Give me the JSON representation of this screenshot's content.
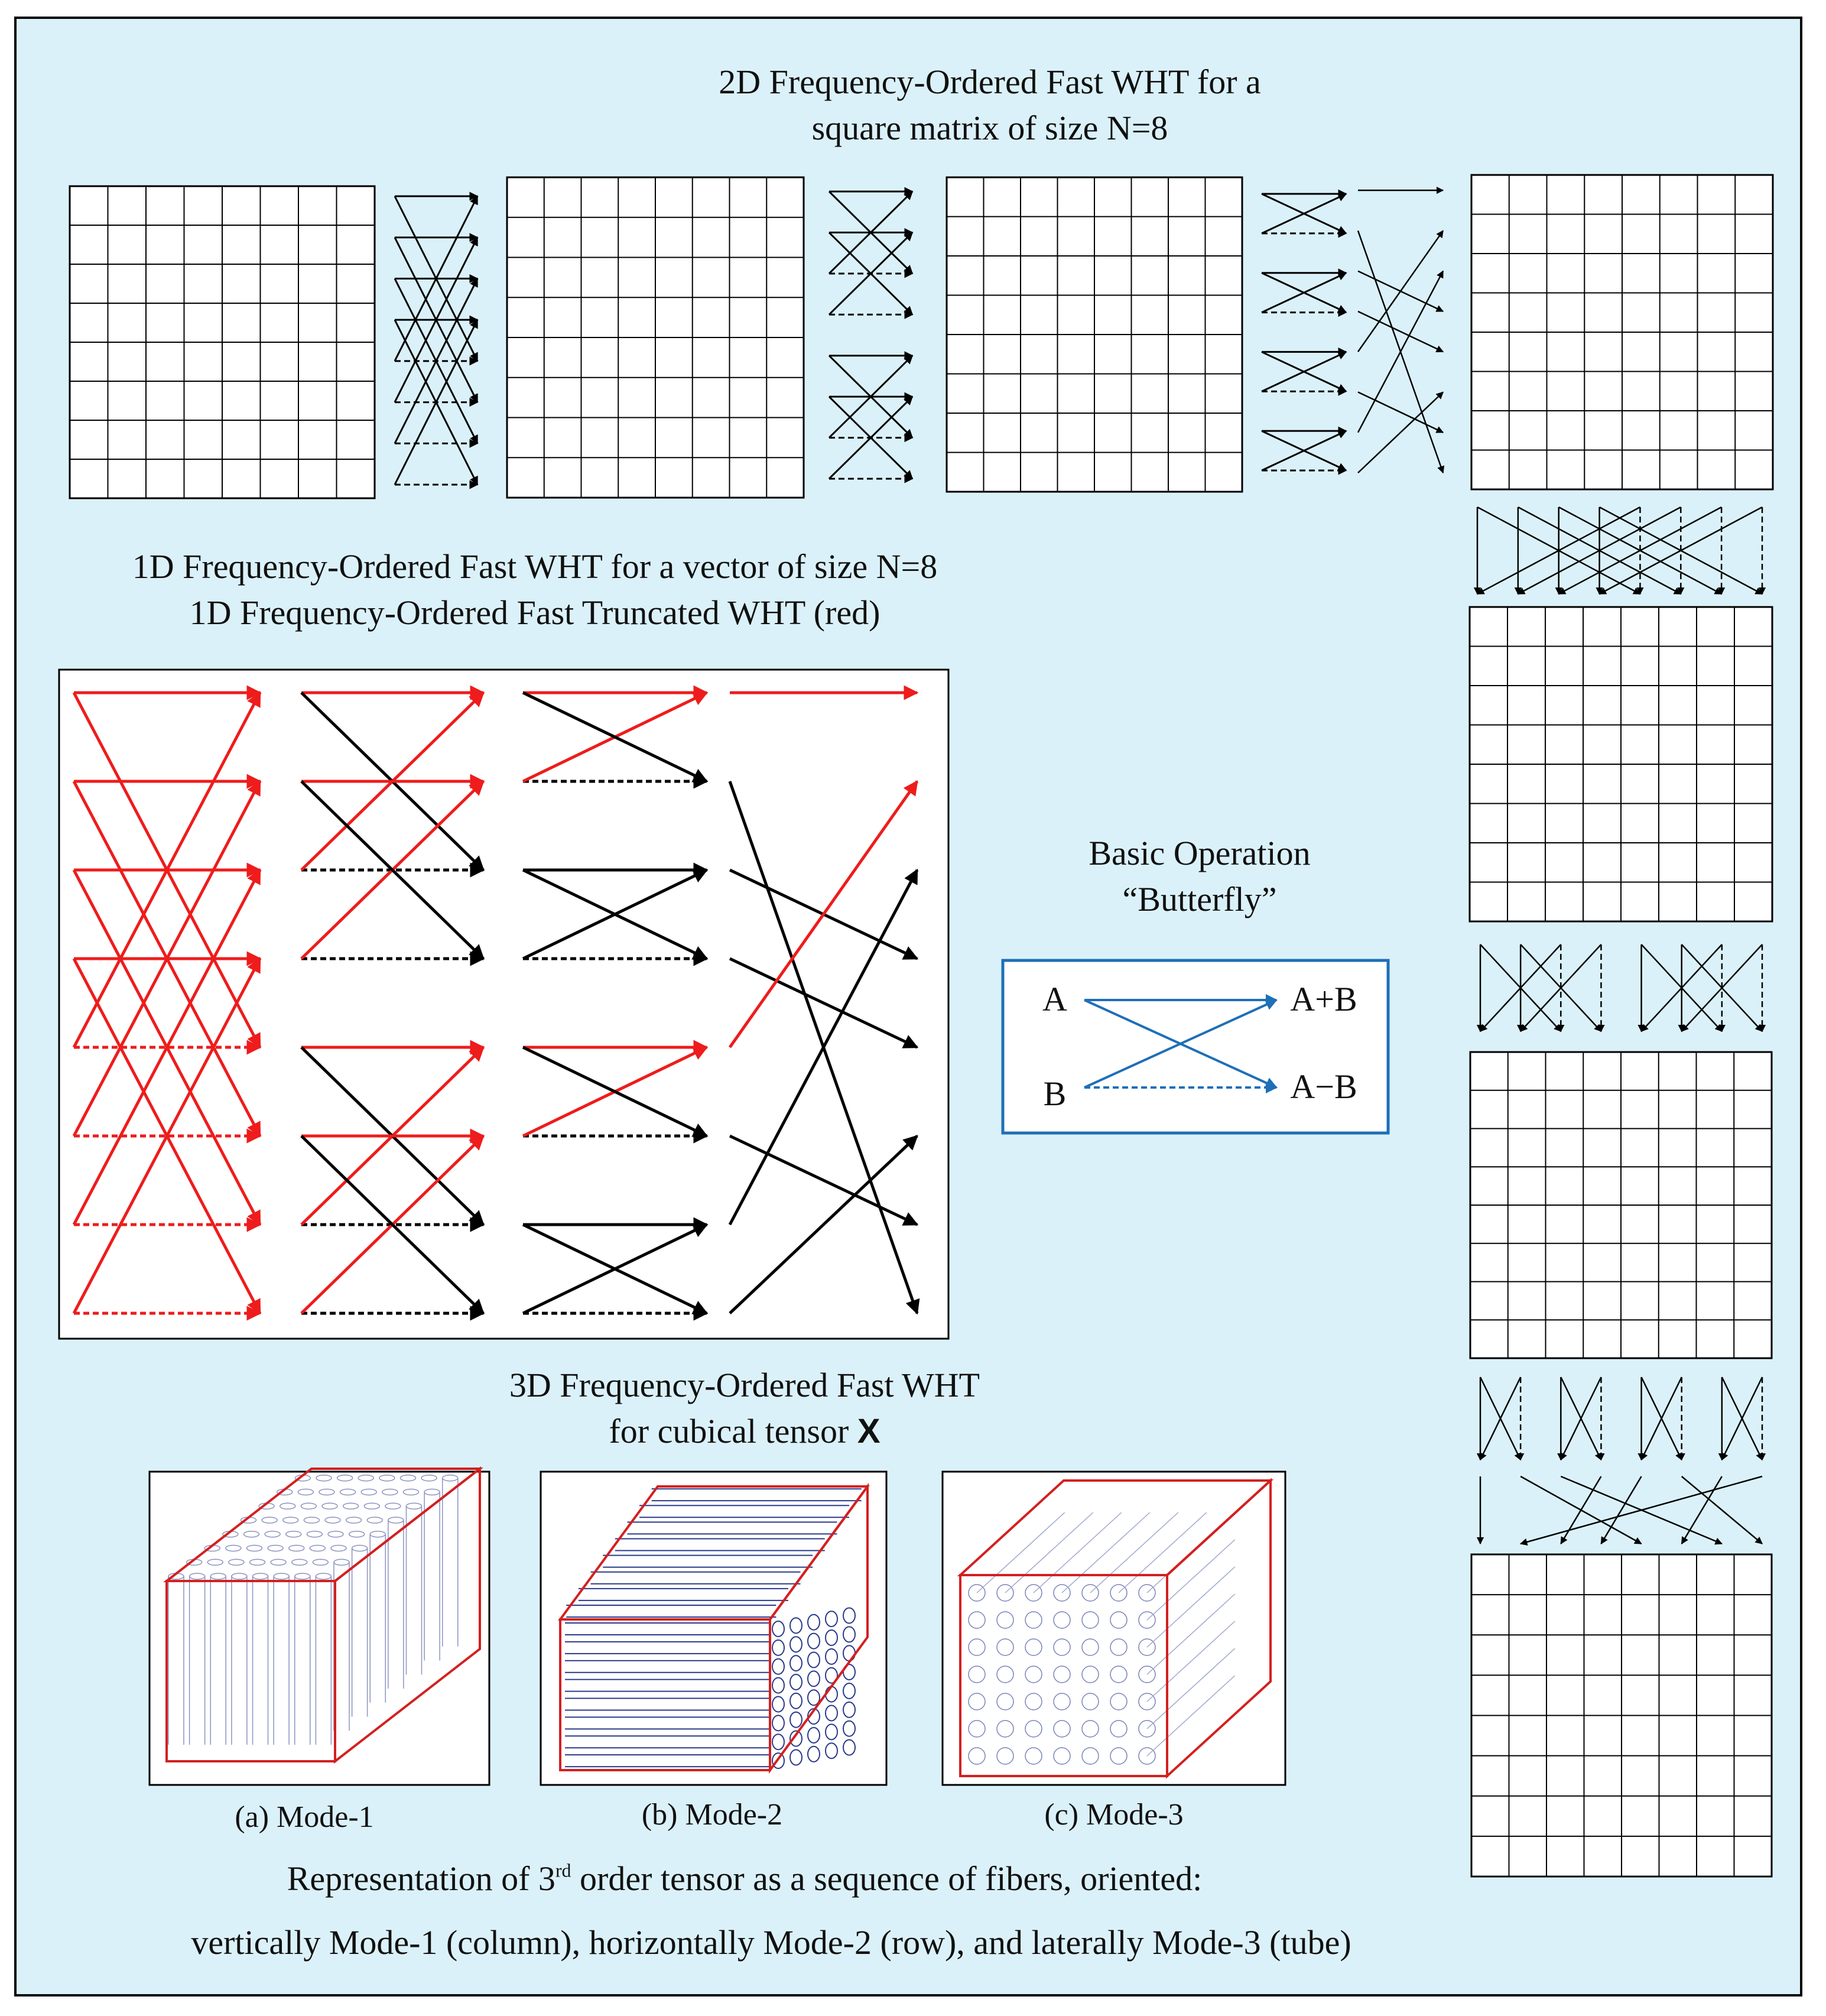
{
  "title_2d": [
    "2D Frequency-Ordered Fast WHT for a",
    "square matrix of size N=8"
  ],
  "title_1d": [
    "1D Frequency-Ordered Fast WHT for a vector of size N=8",
    "1D Frequency-Ordered Fast Truncated WHT (red)"
  ],
  "butterfly": {
    "title": [
      "Basic Operation",
      "“Butterfly”"
    ],
    "in_a": "A",
    "in_b": "B",
    "out_sum": "A+B",
    "out_diff": "A−B"
  },
  "title_3d": {
    "line1": "3D Frequency-Ordered Fast WHT",
    "line2_prefix": "for cubical tensor",
    "tensor_symbol": "X"
  },
  "modes": [
    "(a) Mode-1",
    "(b) Mode-2",
    "(c) Mode-3"
  ],
  "caption": {
    "line1_prefix": "Representation of 3",
    "line1_sup": "rd",
    "line1_suffix": " order tensor as a sequence of fibers, oriented:",
    "line2": "vertically Mode-1 (column), horizontally Mode-2 (row), and laterally Mode-3 (tube)"
  },
  "colors": {
    "background": "#dbf1f9",
    "truncated": "#ee1c1c",
    "butterfly": "#1e6fb8",
    "tensor_outline": "#d32020",
    "fiber": "#2a3a8a"
  }
}
